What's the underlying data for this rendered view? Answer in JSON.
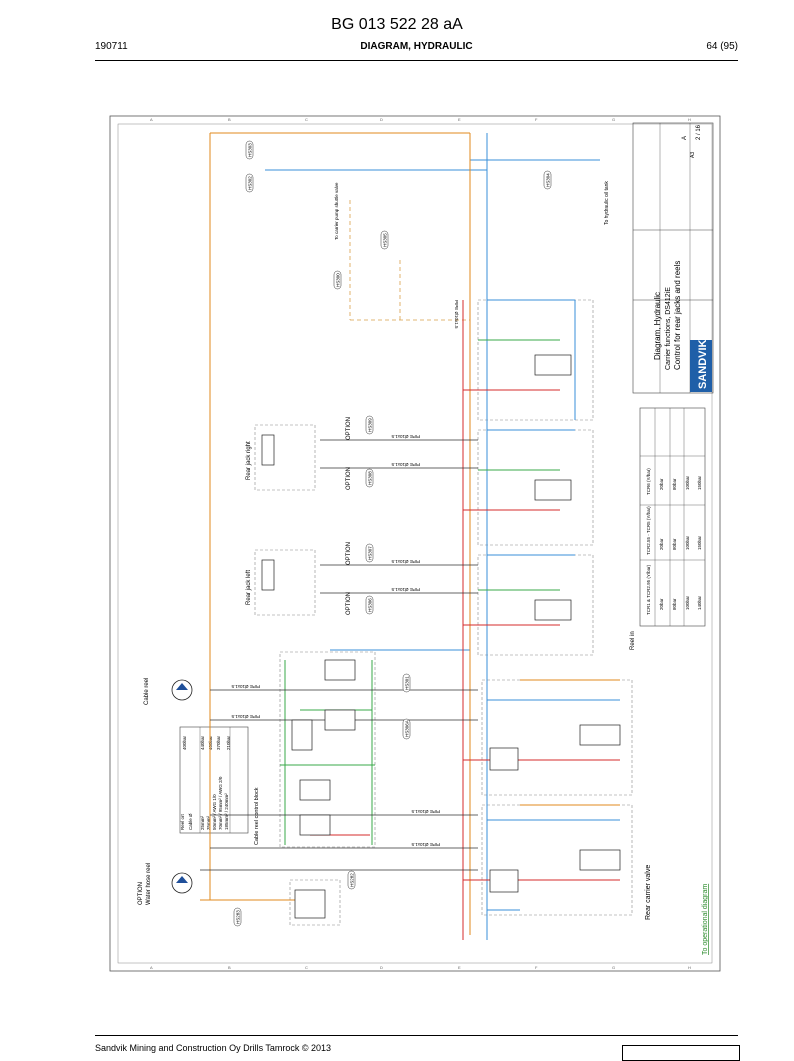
{
  "header": {
    "title": "BG 013 522 28 aA",
    "code": "190711",
    "section": "DIAGRAM, HYDRAULIC",
    "page": "64 (95)"
  },
  "footer": {
    "company": "Sandvik Mining and Construction Oy Drills Tamrock © 2013"
  },
  "diagram": {
    "link_text": "To operational diagram",
    "tables": {
      "pressure_rows": [
        "400bar",
        "440bar",
        "400bar",
        "370bar",
        "210bar"
      ],
      "reel_labels": [
        "Reel ort",
        "Cable Ø",
        "25mm²",
        "35mm²",
        "50mm² / AWG 1/0",
        "70mm² / 95mm² / AWG 2/0",
        "185mm² / 240mm²"
      ],
      "pressure_headers": [
        "TCR1 & TCR2.95 (Y/bar)",
        "TCR2.55 - TCR5 (Y/bar)",
        "TCR6 (Y/bar)"
      ],
      "pressure_values": [
        [
          "20bar",
          "20bar",
          "20bar"
        ],
        [
          "80bar",
          "80bar",
          "80bar"
        ],
        [
          "100bar",
          "100bar",
          "100bar"
        ],
        [
          "140bar",
          "150bar",
          "150bar"
        ]
      ]
    },
    "title_block": {
      "brand": "SANDVIK",
      "line1": "Diagram, Hydraulic",
      "line2": "Carrier functions, DS412iE",
      "line3": "Control for rear jacks and reels",
      "sheet": "2 / 16",
      "revision": "A",
      "size": "A3"
    },
    "labels": {
      "water_hose_reel": "Water hose reel",
      "water_hose_option": "OPTION",
      "cable_reel": "Cable reel",
      "cable_reel_control": "Cable reel control block",
      "rear_jack_left": "Rear jack left",
      "rear_jack_right": "Rear jack right",
      "option": "OPTION",
      "rear_carrier_valve": "Rear carrier valve",
      "reel_in": "Reel in",
      "tank": "To hydraulic oil tank",
      "pump": "To carrier pump shuttle valve",
      "pipe": "PIPE Ø10x1.5"
    },
    "hs_tags": [
      "HS303",
      "HS302",
      "HS304",
      "HS305",
      "HS309",
      "HS308",
      "HS307",
      "HS306",
      "HS300",
      "HS301",
      "HS306A",
      "HS282",
      "HS283"
    ]
  }
}
